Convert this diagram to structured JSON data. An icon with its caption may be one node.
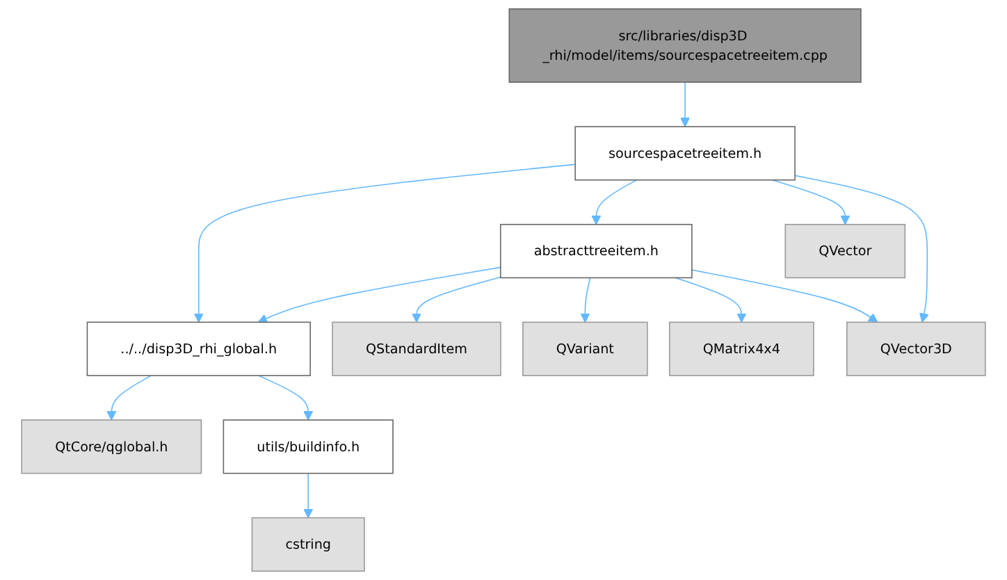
{
  "diagram": {
    "nodes": [
      {
        "text": [
          "src/libraries/disp3D _rhi/model/items/sourcespacetreeitem.cpp"
        ]
      },
      {
        "text": [
          "sourcespacetreeitem.h"
        ]
      },
      {
        "text": [
          "abstracttreeitem.h"
        ]
      },
      {
        "text": [
          "QVector"
        ]
      },
      {
        "text": [
          "../../disp3D_rhi_global.h"
        ]
      },
      {
        "text": [
          "QStandardItem"
        ]
      },
      {
        "text": [
          "QVariant"
        ]
      },
      {
        "text": [
          "QMatrix4x4"
        ]
      },
      {
        "text": [
          "QVector3D"
        ]
      },
      {
        "text": [
          "QtCore/qglobal.h"
        ]
      },
      {
        "text": [
          "utils/buildinfo.h"
        ]
      },
      {
        "text": [
          "cstring"
        ]
      }
    ],
    "edges": [
      {
        "from": 0,
        "to": 1,
        "arrow": "to"
      },
      {
        "from": 1,
        "to": 4,
        "arrow": "to"
      },
      {
        "from": 1,
        "to": 2,
        "arrow": "to"
      },
      {
        "from": 1,
        "to": 3,
        "arrow": "to"
      },
      {
        "from": 1,
        "to": 8,
        "arrow": "to"
      },
      {
        "from": 2,
        "to": 4,
        "arrow": "to"
      },
      {
        "from": 2,
        "to": 5,
        "arrow": "to"
      },
      {
        "from": 2,
        "to": 6,
        "arrow": "to"
      },
      {
        "from": 2,
        "to": 7,
        "arrow": "to"
      },
      {
        "from": 2,
        "to": 8,
        "arrow": "to"
      },
      {
        "from": 4,
        "to": 9,
        "arrow": "to"
      },
      {
        "from": 4,
        "to": 10,
        "arrow": "to"
      },
      {
        "from": 10,
        "to": 11,
        "arrow": "to"
      }
    ]
  }
}
